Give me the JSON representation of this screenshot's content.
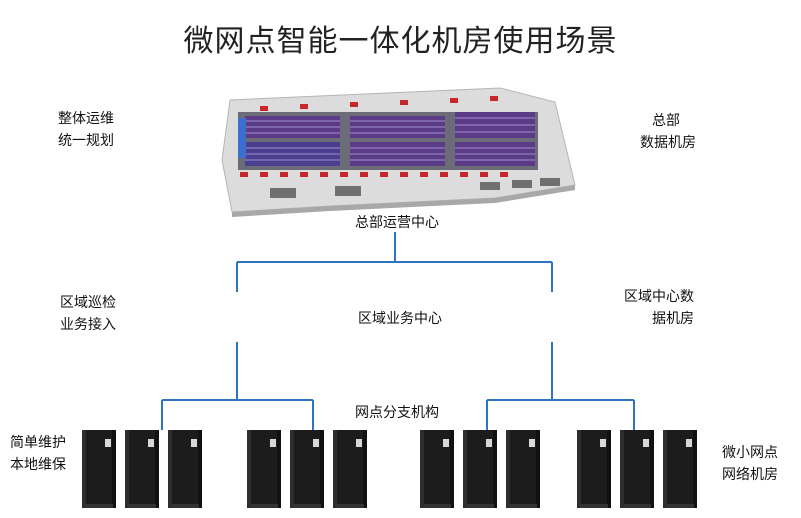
{
  "title": "微网点智能一体化机房使用场景",
  "labels": {
    "top_left": [
      "整体运维",
      "统一规划"
    ],
    "top_right": [
      "总部",
      "数据机房"
    ],
    "hq_ops": "总部运营中心",
    "mid_left": [
      "区域巡检",
      "业务接入"
    ],
    "mid_center": "区域业务中心",
    "mid_right": [
      "区域中心数",
      "据机房"
    ],
    "branch": "网点分支机构",
    "bottom_left": [
      "简单维护",
      "本地维保"
    ],
    "bottom_right": [
      "微小网点",
      "网络机房"
    ]
  },
  "colors": {
    "line": "#2f74c0",
    "cabinet": "#1e1e1e"
  }
}
